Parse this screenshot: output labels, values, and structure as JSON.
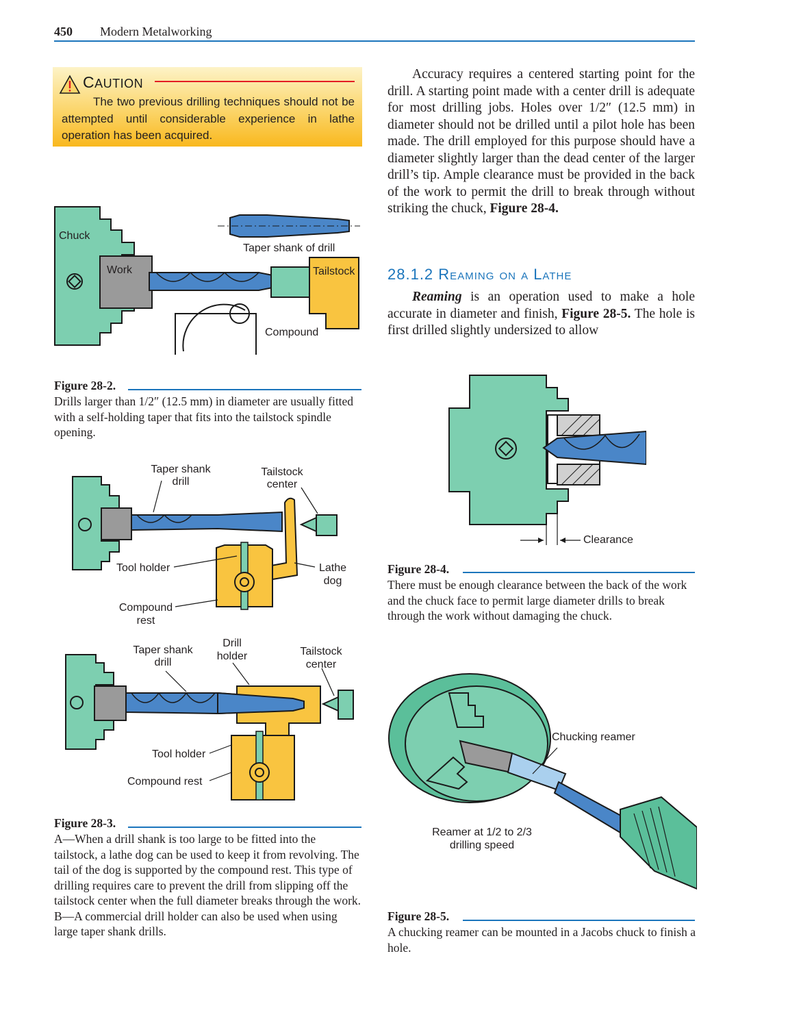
{
  "header": {
    "page_number": "450",
    "book_title": "Modern Metalworking"
  },
  "caution": {
    "title_initial": "C",
    "title_rest": "AUTION",
    "text": "The two previous drilling techniques should not be attempted until considerable experience in lathe operation has been acquired."
  },
  "column_right": {
    "para1": "Accuracy requires a centered starting point for the drill. A starting point made with a center drill is adequate for most drilling jobs. Holes over 1/2″ (12.5 mm) in diameter should not be drilled until a pilot hole has been made. The drill employed for this purpose should have a diameter slightly larger than the dead center of the larger drill’s tip. Ample clearance must be provided in the back of the work to permit the drill to break through without striking the chuck,",
    "para1_ref": "Figure 28-4.",
    "section_number": "28.1.2",
    "section_title": "Reaming on a Lathe",
    "para2_term": "Reaming",
    "para2_a": " is an operation used to make a hole accurate in diameter and finish, ",
    "para2_ref": "Figure 28-5.",
    "para2_b": " The hole is first drilled slightly undersized to allow"
  },
  "fig_28_2": {
    "labels": {
      "chuck": "Chuck",
      "work": "Work",
      "taper_shank": "Taper shank of drill",
      "tailstock": "Tailstock",
      "compound": "Compound"
    },
    "label": "Figure 28-2.",
    "caption": "Drills larger than 1/2″ (12.5 mm) in diameter are usually fitted with a self-holding taper that fits into the tailstock spindle opening."
  },
  "fig_28_3": {
    "labels_a": {
      "taper_shank_1": "Taper shank",
      "taper_shank_2": "drill",
      "tailstock_1": "Tailstock",
      "tailstock_2": "center",
      "tool_holder": "Tool holder",
      "lathe_1": "Lathe",
      "lathe_2": "dog",
      "compound_1": "Compound",
      "compound_2": "rest"
    },
    "labels_b": {
      "taper_shank_1": "Taper shank",
      "taper_shank_2": "drill",
      "drill_holder_1": "Drill",
      "drill_holder_2": "holder",
      "tailstock_1": "Tailstock",
      "tailstock_2": "center",
      "tool_holder": "Tool holder",
      "compound_rest": "Compound rest"
    },
    "label": "Figure 28-3.",
    "caption": "A—When a drill shank is too large to be fitted into the tailstock, a lathe dog can be used to keep it from revolving. The tail of the dog is supported by the compound rest. This type of drilling requires care to prevent the drill from slipping off the tailstock center when the full diameter breaks through the work. B—A commercial drill holder can also be used when using large taper shank drills."
  },
  "fig_28_4": {
    "labels": {
      "clearance": "Clearance"
    },
    "label": "Figure 28-4.",
    "caption": "There must be enough clearance between the back of the work and the chuck face to permit large diameter drills to break through the work without damaging the chuck."
  },
  "fig_28_5": {
    "labels": {
      "chucking_reamer": "Chucking reamer",
      "reamer_speed_1": "Reamer at 1/2 to 2/3",
      "reamer_speed_2": "drilling speed"
    },
    "label": "Figure 28-5.",
    "caption": "A chucking reamer can be mounted in a Jacobs chuck to finish a hole."
  },
  "colors": {
    "accent_blue": "#1b75bc",
    "chuck_green": "#7dcfb0",
    "drill_blue": "#4a86c8",
    "tool_yellow": "#f9c440",
    "caution_red": "#e31b23"
  }
}
